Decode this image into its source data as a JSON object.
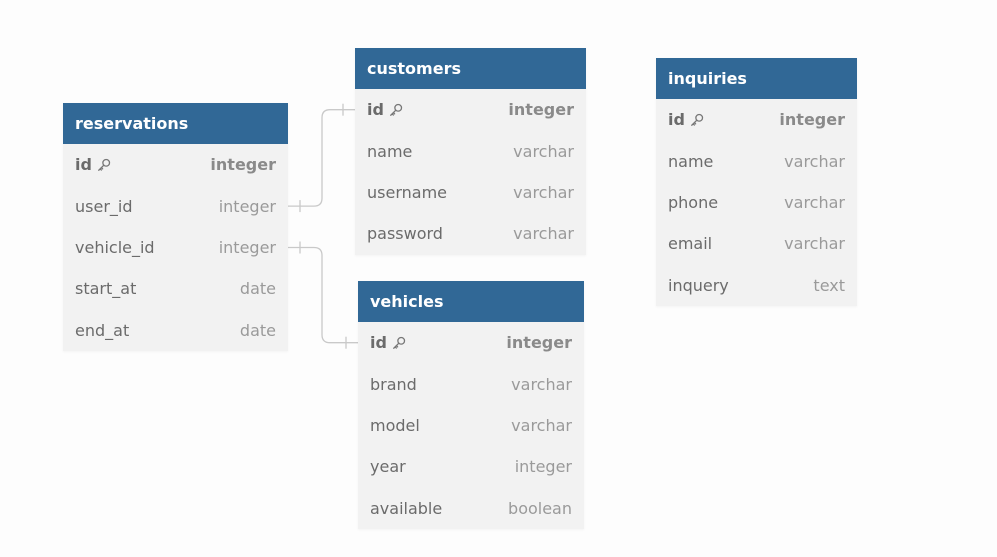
{
  "tables": [
    {
      "id": "reservations",
      "title": "reservations",
      "columns": [
        {
          "name": "id",
          "type": "integer",
          "pk": true
        },
        {
          "name": "user_id",
          "type": "integer",
          "pk": false
        },
        {
          "name": "vehicle_id",
          "type": "integer",
          "pk": false
        },
        {
          "name": "start_at",
          "type": "date",
          "pk": false
        },
        {
          "name": "end_at",
          "type": "date",
          "pk": false
        }
      ]
    },
    {
      "id": "customers",
      "title": "customers",
      "columns": [
        {
          "name": "id",
          "type": "integer",
          "pk": true
        },
        {
          "name": "name",
          "type": "varchar",
          "pk": false
        },
        {
          "name": "username",
          "type": "varchar",
          "pk": false
        },
        {
          "name": "password",
          "type": "varchar",
          "pk": false
        }
      ]
    },
    {
      "id": "vehicles",
      "title": "vehicles",
      "columns": [
        {
          "name": "id",
          "type": "integer",
          "pk": true
        },
        {
          "name": "brand",
          "type": "varchar",
          "pk": false
        },
        {
          "name": "model",
          "type": "varchar",
          "pk": false
        },
        {
          "name": "year",
          "type": "integer",
          "pk": false
        },
        {
          "name": "available",
          "type": "boolean",
          "pk": false
        }
      ]
    },
    {
      "id": "inquiries",
      "title": "inquiries",
      "columns": [
        {
          "name": "id",
          "type": "integer",
          "pk": true
        },
        {
          "name": "name",
          "type": "varchar",
          "pk": false
        },
        {
          "name": "phone",
          "type": "varchar",
          "pk": false
        },
        {
          "name": "email",
          "type": "varchar",
          "pk": false
        },
        {
          "name": "inquery",
          "type": "text",
          "pk": false
        }
      ]
    }
  ],
  "relations": [
    {
      "from_table": "reservations",
      "from_column": "user_id",
      "to_table": "customers",
      "to_column": "id"
    },
    {
      "from_table": "reservations",
      "from_column": "vehicle_id",
      "to_table": "vehicles",
      "to_column": "id"
    }
  ],
  "colors": {
    "header_bg": "#316896",
    "header_text": "#ffffff",
    "body_bg": "#f2f2f2",
    "connector": "#c9c9c9"
  },
  "icons": {
    "primary_key": "key-icon"
  }
}
